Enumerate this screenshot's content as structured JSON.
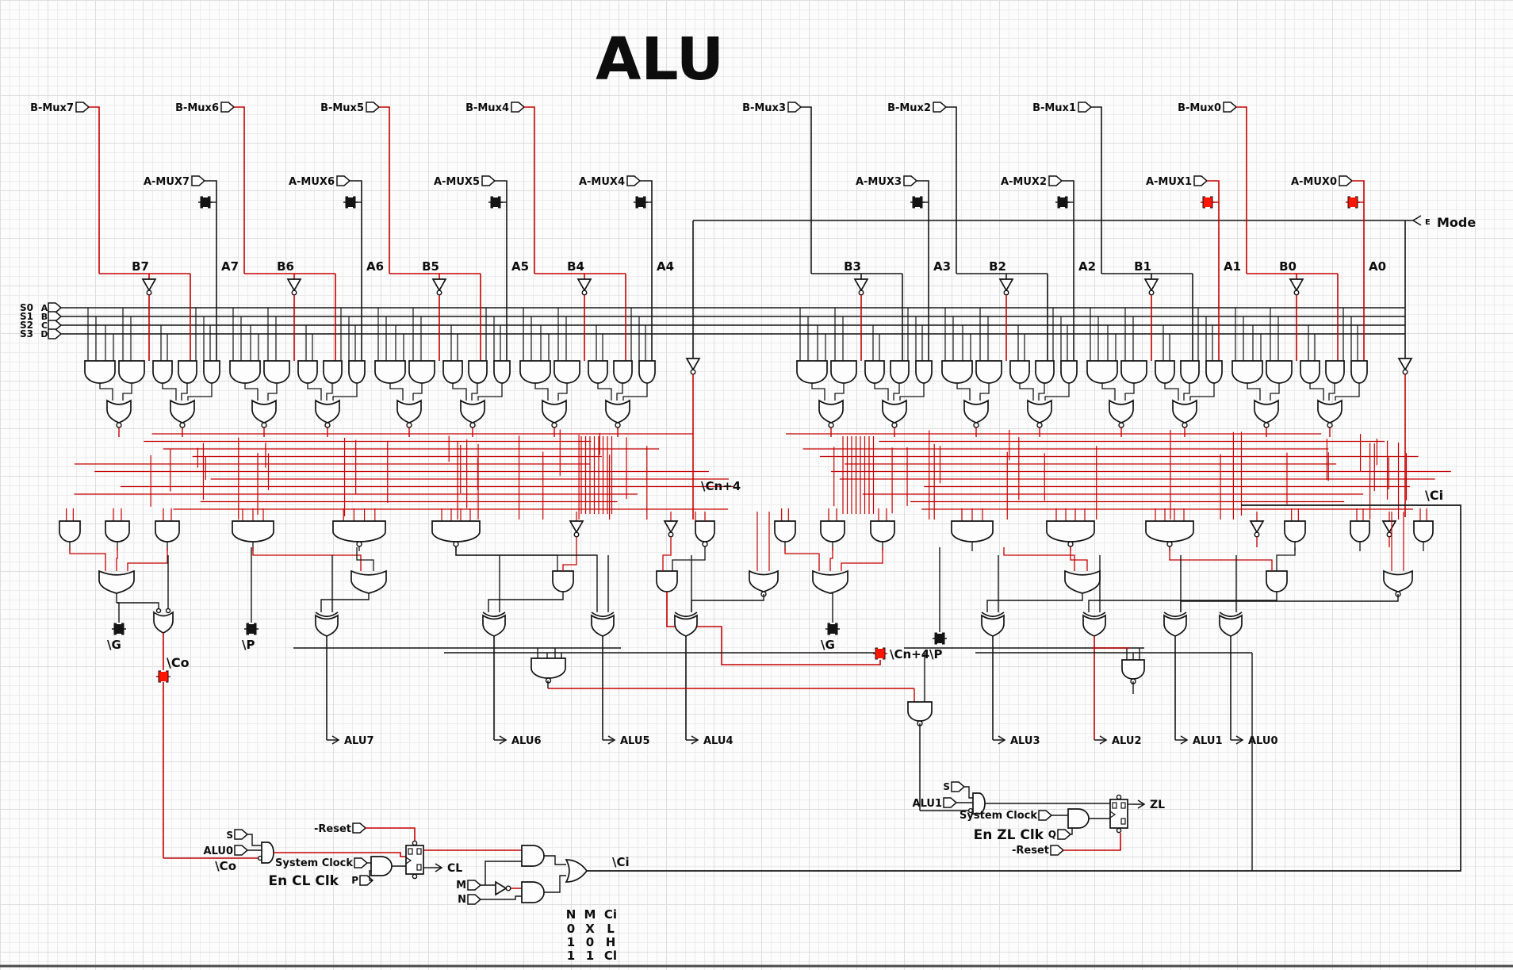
{
  "title": "ALU",
  "colors": {
    "red": "#c60000",
    "black": "#141414",
    "probe_on": "#ff1500",
    "probe_off": "#141414",
    "border": "#4a4a4a"
  },
  "inputs": {
    "b_mux": [
      {
        "label": "B-Mux7",
        "wire": "red"
      },
      {
        "label": "B-Mux6",
        "wire": "red"
      },
      {
        "label": "B-Mux5",
        "wire": "red"
      },
      {
        "label": "B-Mux4",
        "wire": "red"
      },
      {
        "label": "B-Mux3",
        "wire": "black"
      },
      {
        "label": "B-Mux2",
        "wire": "black"
      },
      {
        "label": "B-Mux1",
        "wire": "black"
      },
      {
        "label": "B-Mux0",
        "wire": "red"
      }
    ],
    "a_mux": [
      {
        "label": "A-MUX7",
        "wire": "black",
        "probe": "off"
      },
      {
        "label": "A-MUX6",
        "wire": "black",
        "probe": "off"
      },
      {
        "label": "A-MUX5",
        "wire": "black",
        "probe": "off"
      },
      {
        "label": "A-MUX4",
        "wire": "black",
        "probe": "off"
      },
      {
        "label": "A-MUX3",
        "wire": "black",
        "probe": "off"
      },
      {
        "label": "A-MUX2",
        "wire": "black",
        "probe": "off"
      },
      {
        "label": "A-MUX1",
        "wire": "red",
        "probe": "on"
      },
      {
        "label": "A-MUX0",
        "wire": "red",
        "probe": "on"
      }
    ],
    "selects": [
      {
        "label": "S0",
        "pin": "A"
      },
      {
        "label": "S1",
        "pin": "B"
      },
      {
        "label": "S2",
        "pin": "C"
      },
      {
        "label": "S3",
        "pin": "D"
      }
    ],
    "mode": {
      "label": "Mode",
      "pin": "E"
    }
  },
  "bit_labels": {
    "b": [
      "B7",
      "B6",
      "B5",
      "B4",
      "B3",
      "B2",
      "B1",
      "B0"
    ],
    "a": [
      "A7",
      "A6",
      "A5",
      "A4",
      "A3",
      "A2",
      "A1",
      "A0"
    ]
  },
  "nets": {
    "g": "\\G",
    "p": "\\P",
    "co": "\\Co",
    "cn4": "\\Cn+4",
    "ci": "\\Ci"
  },
  "outputs": [
    "ALU7",
    "ALU6",
    "ALU5",
    "ALU4",
    "ALU3",
    "ALU2",
    "ALU1",
    "ALU0"
  ],
  "clock_left": {
    "s": "S",
    "alu": "ALU0",
    "co": "\\Co",
    "reset": "-Reset",
    "clock": "System Clock",
    "enable": "En CL Clk",
    "pin": "P",
    "out": "CL"
  },
  "clock_right": {
    "s": "S",
    "alu": "ALU1",
    "reset": "-Reset",
    "clock": "System Clock",
    "enable": "En ZL Clk",
    "pin": "Q",
    "out": "ZL"
  },
  "mn": {
    "m": "M",
    "n": "N"
  },
  "truth_table": {
    "headers": [
      "N",
      "M",
      "Ci"
    ],
    "rows": [
      [
        "0",
        "X",
        "L"
      ],
      [
        "1",
        "0",
        "H"
      ],
      [
        "1",
        "1",
        "Cl"
      ]
    ]
  }
}
